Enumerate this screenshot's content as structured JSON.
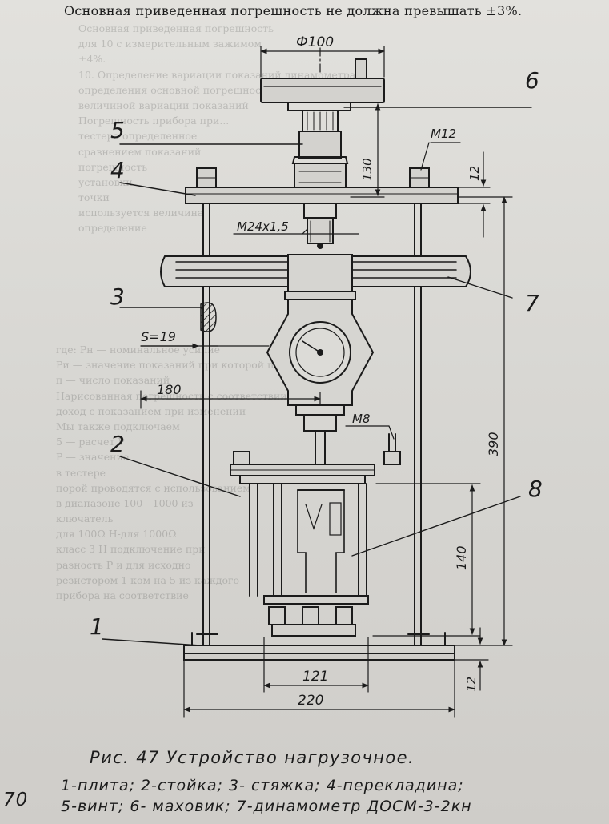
{
  "header_text": "Основная приведенная погрешность не должна превышать ±3%.",
  "callouts": [
    "1",
    "2",
    "3",
    "4",
    "5",
    "6",
    "7",
    "8"
  ],
  "dimensions": {
    "d100": "Ф100",
    "m12": "М12",
    "d130": "130",
    "d12_top": "12",
    "m24": "М24х1,5",
    "s19": "S=19",
    "d180": "180",
    "m8": "М8",
    "d390": "390",
    "d140": "140",
    "d121": "121",
    "d220": "220",
    "d12_bottom": "12"
  },
  "caption": "Рис. 47 Устройство нагрузочное.",
  "legend_line1": "1-плита; 2-стойка; 3- стяжка; 4-перекладина;",
  "legend_line2": "5-винт; 6- маховик; 7-динамометр ДОСМ-3-2кн",
  "page_number": "70",
  "ghost_text_right": [
    "Основная приведенная погрешность",
    "для 10 с измерительным зажимом",
    "±4%.",
    "10. Определение вариации показаний динамометра",
    "определения основной погрешности (...)",
    "величиной вариации показаний",
    "Погрешность прибора при...",
    "тестера определенное",
    "сравнением показаний",
    "погрешность",
    "установки",
    "точки",
    "используется величина",
    "определение"
  ],
  "ghost_text_lower": [
    "где: Рн — номинальное усилие",
    "Ри — значение показаний при которой показание",
    "п — число показаний",
    "Нарисованная погрешность с соответствии",
    "доход с показанием при изменении",
    "Мы также подключаем",
    "5 — расчет Ρ",
    "Р — значение",
    "в тестере",
    "порой проводятся с использованием",
    "в диапазоне 100—1000 из",
    "ключатель",
    "для 100Ω Н-для 1000Ω",
    "класс 3 Н подключение при",
    "разность Р и для исходно",
    "резистором 1 ком на 5 из каждого",
    "прибора на соответствие"
  ],
  "colors": {
    "ink": "#1b1b1b",
    "paper": "#dcdbd7"
  }
}
